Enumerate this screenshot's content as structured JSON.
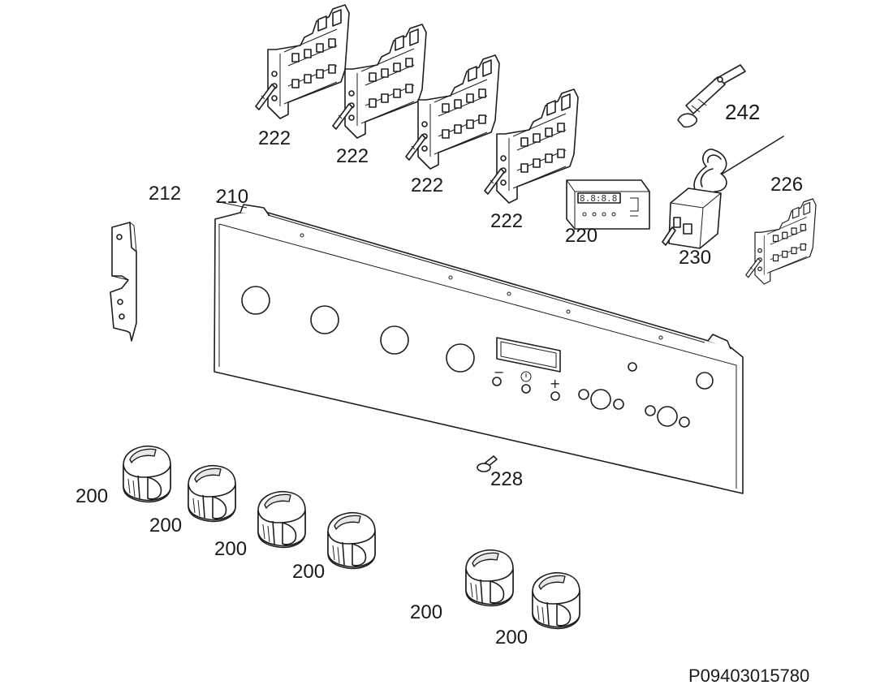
{
  "parts": {
    "switch_1": "222",
    "switch_2": "222",
    "switch_3": "222",
    "switch_4": "222",
    "thermostat_bulb": "242",
    "switch_small": "226",
    "timer_module": "220",
    "thermostat": "230",
    "bracket": "212",
    "control_panel": "210",
    "screw": "228",
    "knob_1": "200",
    "knob_2": "200",
    "knob_3": "200",
    "knob_4": "200",
    "knob_5": "200",
    "knob_6": "200"
  },
  "panel_symbols": {
    "minus": "−",
    "clock": "⏻",
    "plus": "+"
  },
  "timer_display": "8.8:8.8",
  "drawing_code": "P09403015780"
}
